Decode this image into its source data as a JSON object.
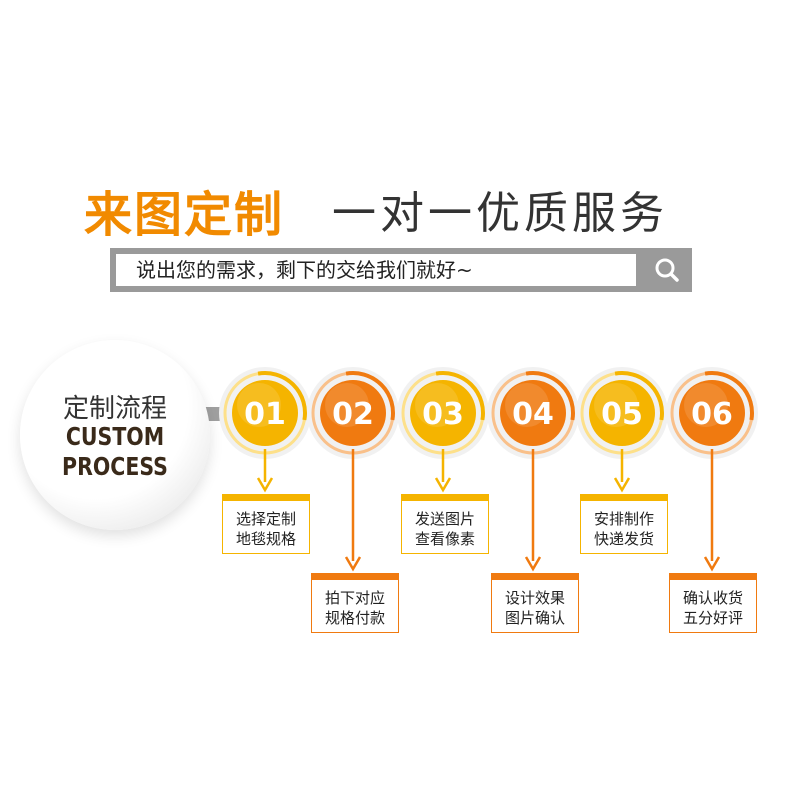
{
  "title": {
    "highlight": "来图定制",
    "rest": "一对一优质服务"
  },
  "search": {
    "text": "说出您的需求，剩下的交给我们就好~",
    "icon": "search-icon"
  },
  "process": {
    "cn": "定制流程",
    "en_line1": "CUSTOM",
    "en_line2": "PROCESS"
  },
  "colors": {
    "yellow": "#f5b400",
    "orange": "#f07a10",
    "gray": "#a0a0a0"
  },
  "steps": [
    {
      "num": "01",
      "line1": "选择定制",
      "line2": "地毯规格"
    },
    {
      "num": "02",
      "line1": "拍下对应",
      "line2": "规格付款"
    },
    {
      "num": "03",
      "line1": "发送图片",
      "line2": "查看像素"
    },
    {
      "num": "04",
      "line1": "设计效果",
      "line2": "图片确认"
    },
    {
      "num": "05",
      "line1": "安排制作",
      "line2": "快递发货"
    },
    {
      "num": "06",
      "line1": "确认收货",
      "line2": "五分好评"
    }
  ]
}
